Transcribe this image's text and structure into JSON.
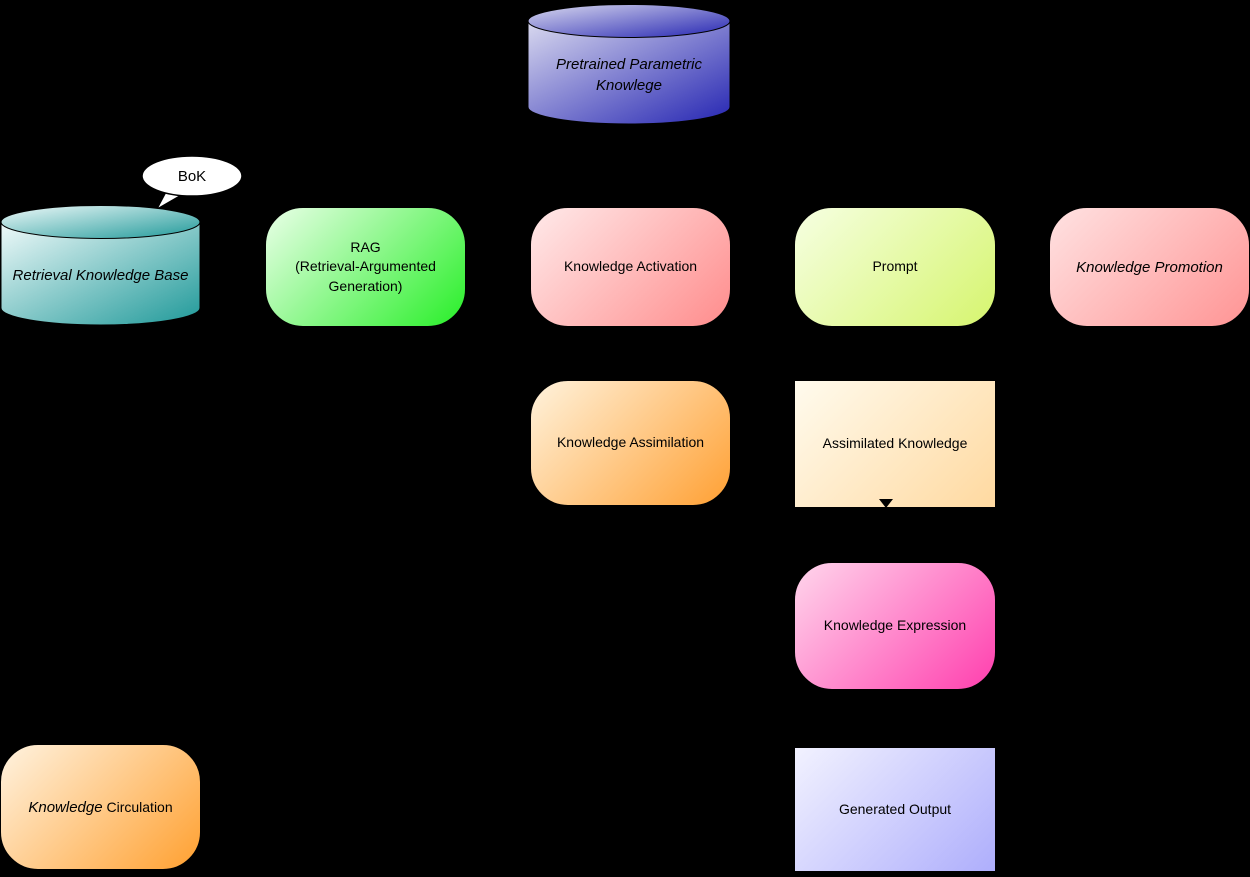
{
  "diagram": {
    "background": "#000000",
    "nodes": {
      "pretrained_parametric_knowledge": {
        "label": "Pretrained Parametric\nKnowlege",
        "color_start": "#d9d9ef",
        "color_end": "#2525b2"
      },
      "bok_callout": {
        "label": "BoK",
        "fill": "#ffffff"
      },
      "retrieval_knowledge_base": {
        "label": "Retrieval Knowledge Base",
        "color_start": "#f0fafa",
        "color_end": "#1f9999"
      },
      "rag": {
        "label": "RAG\n(Retrieval-Argumented\nGeneration)",
        "color_start": "#eaffe8",
        "color_end": "#28ef28"
      },
      "knowledge_activation": {
        "label": "Knowledge Activation",
        "color_start": "#ffeaea",
        "color_end": "#ff8c8c"
      },
      "prompt": {
        "label": "Prompt",
        "color_start": "#f6ffe2",
        "color_end": "#d6f56e"
      },
      "knowledge_promotion": {
        "label": "Knowledge Promotion",
        "color_start": "#ffe2e2",
        "color_end": "#ff9494"
      },
      "knowledge_assimilation": {
        "label": "Knowledge Assimilation",
        "color_start": "#fff3dd",
        "color_end": "#ffa033"
      },
      "assimilated_knowledge": {
        "label": "Assimilated Knowledge",
        "color_start": "#fffbee",
        "color_end": "#ffd9a0"
      },
      "knowledge_expression": {
        "label": "Knowledge Expression",
        "color_start": "#ffd6ec",
        "color_end": "#ff3fae"
      },
      "generated_output": {
        "label": "Generated Output",
        "color_start": "#f2f2ff",
        "color_end": "#aeaefc"
      },
      "knowledge_circulation": {
        "label_italic": "Knowledge",
        "label_regular": " Circulation",
        "color_start": "#fff3e0",
        "color_end": "#ffa030"
      }
    }
  }
}
